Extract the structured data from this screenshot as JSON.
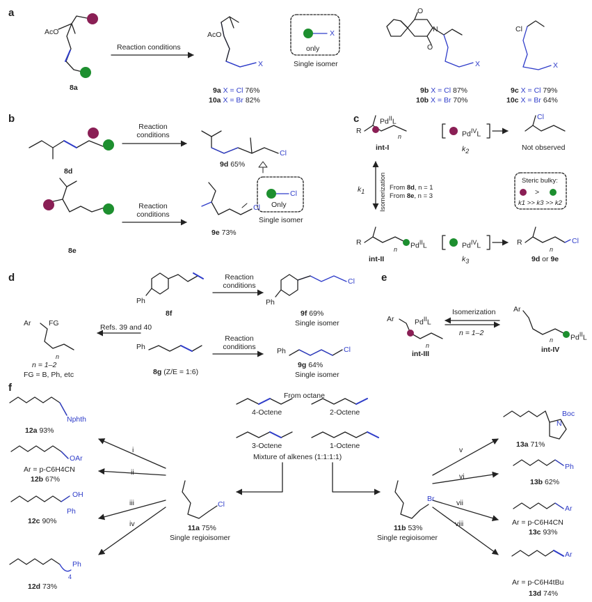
{
  "colors": {
    "purple": "#8a1f55",
    "green": "#1d8f2f",
    "blue": "#2e3cc9",
    "line": "#222222"
  },
  "icons": {
    "purple_site": "purple-circle",
    "green_site": "green-circle"
  },
  "panel_a": {
    "letter": "a",
    "substrate": {
      "id": "8a",
      "oac": "AcO"
    },
    "arrow_label": "Reaction conditions",
    "product": {
      "oac": "AcO",
      "x": "X"
    },
    "yield_9a": {
      "id": "9a",
      "x": "X = Cl",
      "y": "76%"
    },
    "yield_10a": {
      "id": "10a",
      "x": "X = Br",
      "y": "82%"
    },
    "box": {
      "x": "X",
      "only": "only",
      "caption": "Single isomer"
    },
    "p9b": {
      "x": "X",
      "l1": {
        "id": "9b",
        "x": "X = Cl",
        "y": "87%"
      },
      "l2": {
        "id": "10b",
        "x": "X = Br",
        "y": "70%"
      }
    },
    "p9c": {
      "cl": "Cl",
      "x": "X",
      "l1": {
        "id": "9c",
        "x": "X = Cl",
        "y": "79%"
      },
      "l2": {
        "id": "10c",
        "x": "X = Br",
        "y": "64%"
      }
    }
  },
  "panel_b": {
    "letter": "b",
    "s8d": "8d",
    "s8e": "8e",
    "cond1": [
      "Reaction",
      "conditions"
    ],
    "cond2": [
      "Reaction",
      "conditions"
    ],
    "p9d": {
      "id": "9d",
      "y": "65%",
      "cl": "Cl"
    },
    "p9e": {
      "id": "9e",
      "y": "73%",
      "cl": "Cl"
    },
    "box": {
      "cl": "Cl",
      "only": "Only",
      "caption": "Single isomer"
    }
  },
  "panel_c": {
    "letter": "c",
    "int1": {
      "id": "int-I",
      "r": "R",
      "pd": "Pd",
      "pd_ox": "II",
      "l": "L",
      "n": "n"
    },
    "pd4": {
      "pd": "Pd",
      "ox": "IV",
      "l": "L"
    },
    "k2": "k",
    "k2sub": "2",
    "not_obs": "Not observed",
    "cl": "Cl",
    "k1": "k",
    "k1sub": "1",
    "iso": "Isomerization",
    "from1": {
      "pre": "From ",
      "id": "8d",
      "post": ", n = 1"
    },
    "from2": {
      "pre": "From ",
      "id": "8e",
      "post": ", n = 3"
    },
    "steric": {
      "title": "Steric bulky:",
      "gt": ">",
      "k": "k1 >> k3 >> k2"
    },
    "int2": {
      "id": "int-II",
      "r": "R",
      "pd": "Pd",
      "pd_ox": "II",
      "l": "L",
      "n": "n"
    },
    "k3": "k",
    "k3sub": "3",
    "prod": {
      "r": "R",
      "n": "n",
      "cl": "Cl",
      "label_a": "9d",
      "or": " or ",
      "label_b": "9e"
    }
  },
  "panel_d": {
    "letter": "d",
    "left": {
      "ar": "Ar",
      "fg": "FG",
      "n": "n",
      "n_range": "n = 1–2",
      "fg_list": "FG = B, Ph, etc"
    },
    "refs": "Refs. 39 and 40",
    "s8f": {
      "id": "8f",
      "ph": "Ph"
    },
    "cond1": [
      "Reaction",
      "conditions"
    ],
    "p9f": {
      "id": "9f",
      "y": "69%",
      "cap": "Single isomer",
      "ph": "Ph",
      "cl": "Cl"
    },
    "s8g": {
      "id": "8g",
      "ratio": "(Z/E = 1:6)",
      "ph": "Ph"
    },
    "cond2": [
      "Reaction",
      "conditions"
    ],
    "p9g": {
      "id": "9g",
      "y": "64%",
      "cap": "Single isomer",
      "ph": "Ph",
      "cl": "Cl"
    }
  },
  "panel_e": {
    "letter": "e",
    "iso": "Isomerization",
    "n_range": "n = 1–2",
    "int3": {
      "id": "int-III",
      "ar": "Ar",
      "pd": "Pd",
      "ox": "II",
      "l": "L",
      "n": "n"
    },
    "int4": {
      "id": "int-IV",
      "ar": "Ar",
      "pd": "Pd",
      "ox": "II",
      "l": "L",
      "n": "n"
    }
  },
  "panel_f": {
    "letter": "f",
    "from_octane": "From octane",
    "octenes": [
      "4-Octene",
      "2-Octene",
      "3-Octene",
      "1-Octene"
    ],
    "mixture": "Mixture of alkenes (1:1:1:1)",
    "c11a": {
      "id": "11a",
      "y": "75%",
      "cap": "Single regioisomer",
      "cl": "Cl"
    },
    "c11b": {
      "id": "11b",
      "y": "53%",
      "cap": "Single regioisomer",
      "br": "Br"
    },
    "left_roman": [
      "i",
      "ii",
      "iii",
      "iv"
    ],
    "right_roman": [
      "v",
      "vi",
      "vii",
      "viii"
    ],
    "p12a": {
      "id": "12a",
      "y": "93%",
      "grp": "Nphth"
    },
    "p12b": {
      "id": "12b",
      "y": "67%",
      "grp": "OAr",
      "ar": "Ar = p-C6H4CN"
    },
    "p12c": {
      "id": "12c",
      "y": "90%",
      "oh": "OH",
      "ph": "Ph"
    },
    "p12d": {
      "id": "12d",
      "y": "73%",
      "ph": "Ph",
      "sub": "4"
    },
    "p13a": {
      "id": "13a",
      "y": "71%",
      "boc": "Boc",
      "n": "N"
    },
    "p13b": {
      "id": "13b",
      "y": "62%",
      "ph": "Ph"
    },
    "p13c": {
      "id": "13c",
      "y": "93%",
      "grp": "Ar",
      "ar": "Ar = p-C6H4CN"
    },
    "p13d": {
      "id": "13d",
      "y": "74%",
      "grp": "Ar",
      "ar": "Ar = p-C6H4tBu"
    }
  }
}
